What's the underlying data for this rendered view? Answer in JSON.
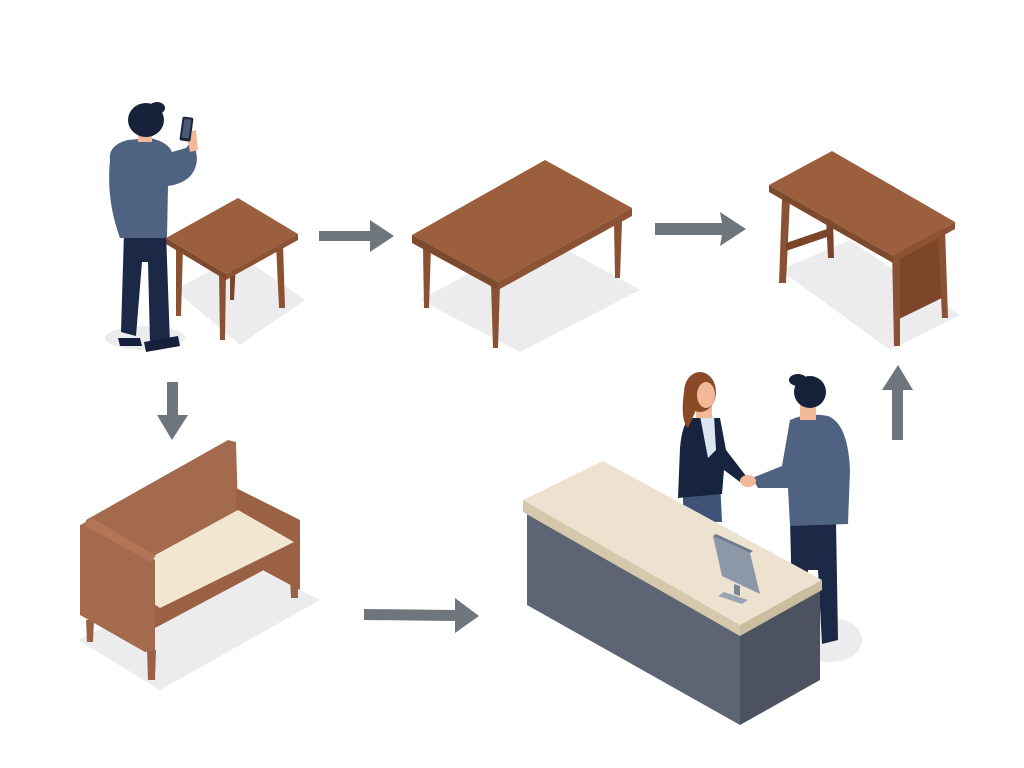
{
  "diagram": {
    "type": "isometric-process-flow",
    "background": "#ffffff",
    "colors": {
      "wood": "#9b5f3f",
      "wood_dark": "#7e4a2e",
      "wood_light": "#a96b4a",
      "shadow": "#e9e9ec",
      "arrow": "#6f757d",
      "cushion": "#f1e6d2",
      "counter_top": "#ece2cf",
      "counter_body": "#5d6474",
      "counter_side": "#4c5260",
      "shirt": "#4f6282",
      "pants": "#1b2846",
      "hair": "#17223a",
      "skin": "#f2b999",
      "hair_woman": "#8a4a26",
      "monitor": "#8c97a8"
    },
    "nodes": [
      {
        "id": "customer-inspecting-small-table",
        "label": "Person with phone next to small table"
      },
      {
        "id": "dining-table",
        "label": "Rectangular table"
      },
      {
        "id": "desk",
        "label": "Desk with side panel"
      },
      {
        "id": "sofa",
        "label": "Upholstered bench / loveseat"
      },
      {
        "id": "service-counter-handshake",
        "label": "Two people shaking hands at a counter"
      }
    ],
    "edges": [
      {
        "from": "customer-inspecting-small-table",
        "to": "dining-table",
        "direction": "right"
      },
      {
        "from": "dining-table",
        "to": "desk",
        "direction": "right"
      },
      {
        "from": "customer-inspecting-small-table",
        "to": "sofa",
        "direction": "down"
      },
      {
        "from": "sofa",
        "to": "service-counter-handshake",
        "direction": "right"
      },
      {
        "from": "service-counter-handshake",
        "to": "desk",
        "direction": "up"
      }
    ]
  }
}
